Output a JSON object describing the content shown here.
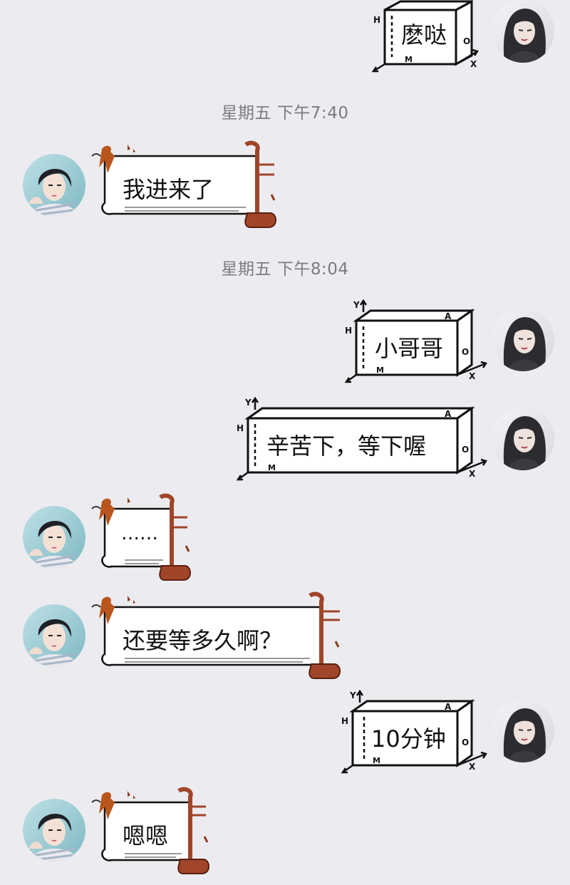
{
  "chat": {
    "messages": [
      {
        "side": "right",
        "text": "麽哒"
      },
      {
        "side": "timestamp",
        "text": "星期五 下午7:40"
      },
      {
        "side": "left",
        "text": "我进来了"
      },
      {
        "side": "timestamp",
        "text": "星期五 下午8:04"
      },
      {
        "side": "right",
        "text": "小哥哥"
      },
      {
        "side": "right",
        "text": "辛苦下，等下喔"
      },
      {
        "side": "left",
        "text": "……"
      },
      {
        "side": "left",
        "text": "还要等多久啊？"
      },
      {
        "side": "right",
        "text": "10分钟"
      },
      {
        "side": "left",
        "text": "嗯嗯"
      }
    ]
  },
  "axis_labels": {
    "h": "H",
    "y": "Y",
    "a": "A",
    "o": "O",
    "x": "X",
    "m": "M"
  },
  "colors": {
    "background": "#ececf0",
    "timestamp": "#7b7b80",
    "erhu_wood": "#a0452a",
    "leaf": "#b8561e"
  }
}
